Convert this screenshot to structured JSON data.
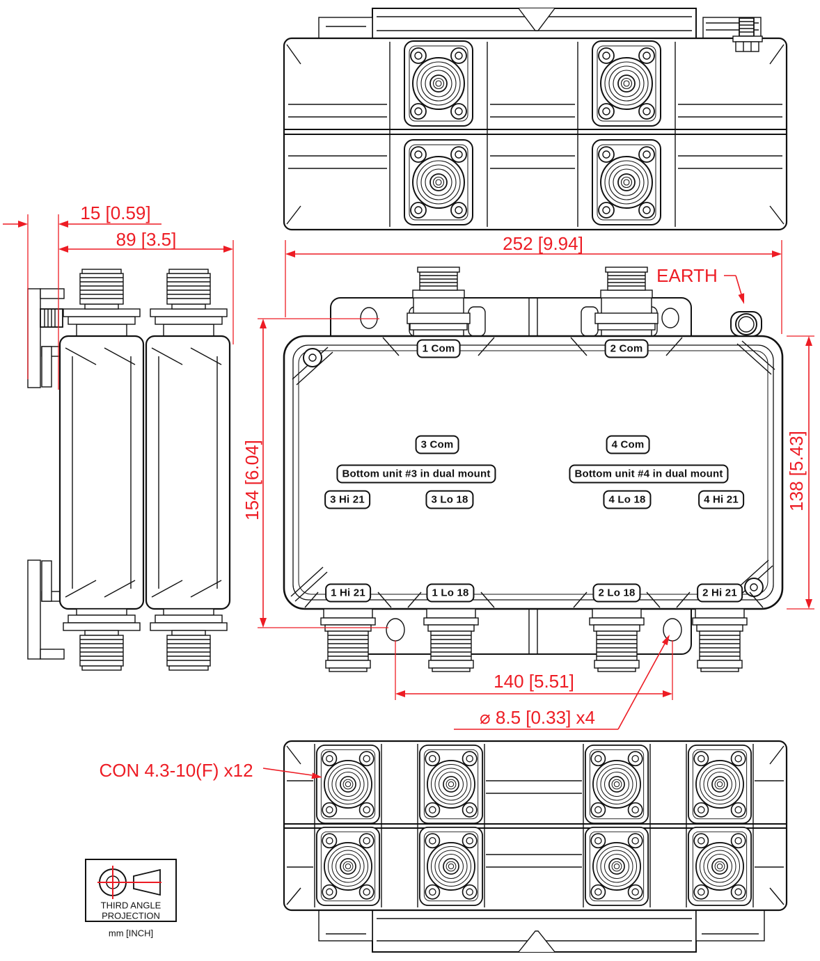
{
  "colors": {
    "dimension_red": "#ED1C24",
    "line_black": "#111111",
    "background": "#FFFFFF"
  },
  "dimensions": {
    "bracket_offset": "15 [0.59]",
    "side_width": "89 [3.5]",
    "overall_width": "252 [9.94]",
    "mount_height": "154 [6.04]",
    "body_height": "138 [5.43]",
    "hole_spacing": "140 [5.51]",
    "mount_hole": "⌀ 8.5 [0.33] x4"
  },
  "callouts": {
    "earth": "EARTH",
    "connector_type": "CON 4.3-10(F) x12"
  },
  "port_labels": {
    "com1": "1 Com",
    "com2": "2 Com",
    "com3": "3 Com",
    "com4": "4 Com",
    "unit3_note": "Bottom unit #3 in dual mount",
    "unit4_note": "Bottom unit #4 in dual mount",
    "hi3": "3 Hi 21",
    "lo3": "3 Lo 18",
    "lo4": "4 Lo 18",
    "hi4": "4 Hi 21",
    "hi1": "1 Hi 21",
    "lo1": "1 Lo 18",
    "lo2": "2 Lo 18",
    "hi2": "2 Hi 21"
  },
  "projection": {
    "line1": "THIRD ANGLE",
    "line2": "PROJECTION",
    "units": "mm [INCH]"
  }
}
